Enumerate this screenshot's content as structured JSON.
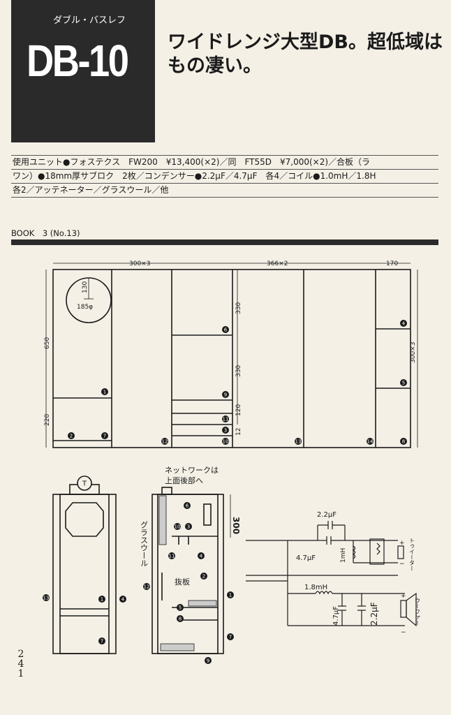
{
  "header": {
    "subtitle": "ダブル・バスレフ",
    "model": "DB-10",
    "headline_line1": "ワイドレンジ大型DB。超低域は",
    "headline_line2": "もの凄い。"
  },
  "specs": {
    "line1": "使用ユニット●フォステクス　FW200　¥13,400(×2)／同　FT55D　¥7,000(×2)／合板（ラ",
    "line2": "ワン）●18mm厚サブロク　2枚／コンデンサー●2.2μF／4.7μF　各4／コイル●1.0mH／1.8H",
    "line3": "各2／アッテネーター／グラスウール／他"
  },
  "book_label": "BOOK　3 (No.13)",
  "page_number": [
    "2",
    "4",
    "1"
  ],
  "cutting_diagram": {
    "dim_top1": "300×3",
    "dim_top2": "366×2",
    "dim_top3": "170",
    "dim_right": "300×3",
    "dim_650": "650",
    "dim_220": "220",
    "dim_330a": "330",
    "dim_330b": "330",
    "dim_120": "120",
    "dim_12": "12",
    "dim_130": "130",
    "dim_185": "185φ",
    "parts": [
      "1",
      "2",
      "7",
      "12",
      "6",
      "9",
      "11",
      "3",
      "10",
      "13",
      "14",
      "4",
      "5",
      "8"
    ]
  },
  "cabinet": {
    "terminal": "T",
    "network_note_1": "ネットワークは",
    "network_note_2": "上面後部へ",
    "dim_300": "300",
    "glasswool": "グラスウール",
    "baffle_cut": "抜板",
    "front_parts": [
      "13",
      "1",
      "4",
      "7"
    ],
    "side_parts": [
      "6",
      "10",
      "3",
      "11",
      "4",
      "2",
      "12",
      "1",
      "5",
      "8",
      "7",
      "9"
    ]
  },
  "network": {
    "cap_top": "2.2μF",
    "cap_mid": "4.7μF",
    "coil_tw": "1mH",
    "tweeter_label": "トゥイーター",
    "coil_woofer": "1.8mH",
    "cap_w1": "4.7μF",
    "cap_w2": "2.2μF",
    "woofer_label": "ウーファー",
    "plus": "+",
    "minus": "−"
  }
}
